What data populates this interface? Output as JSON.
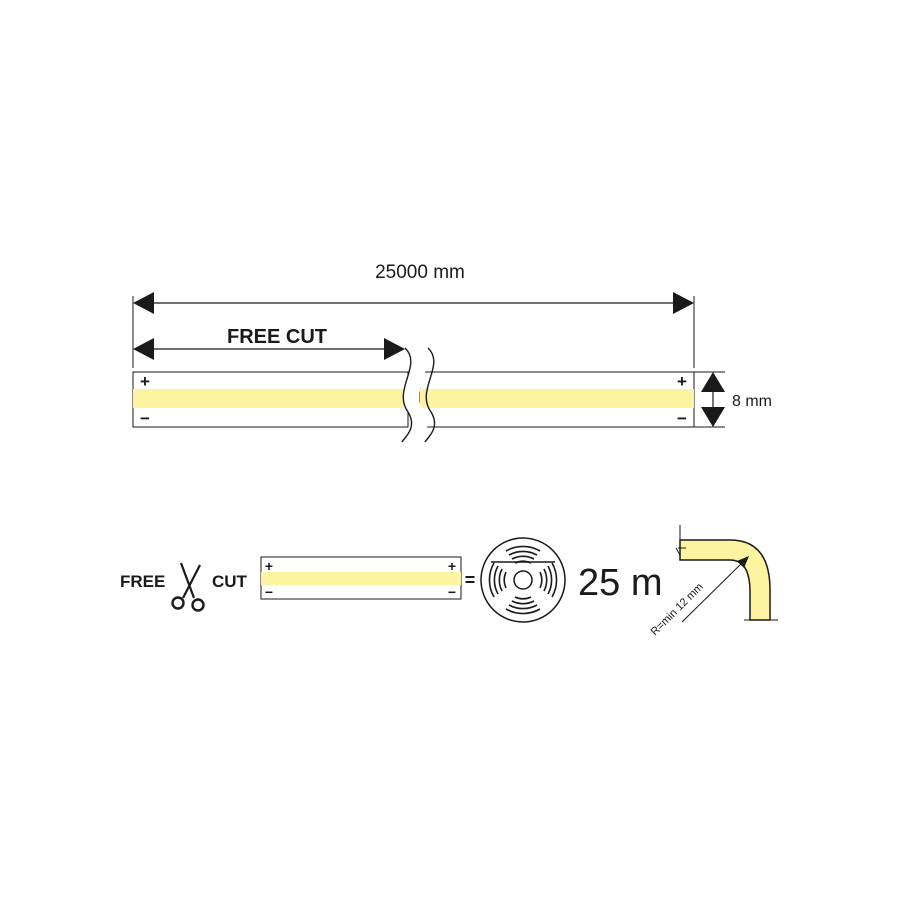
{
  "dimensions": {
    "length_label": "25000 mm",
    "free_cut_label": "FREE CUT",
    "width_label": "8 mm"
  },
  "strip": {
    "plus_symbol": "+",
    "minus_symbol": "−",
    "led_color": "#FDF3A0",
    "outline_color": "#1a1a1a"
  },
  "icons": {
    "free_label": "FREE",
    "cut_label": "CUT",
    "scissors_icon": "scissors-icon",
    "reel_icon": "reel-icon",
    "equals_symbol": "=",
    "reel_length": "25 m",
    "bend_radius_label": "R=min 12 mm"
  }
}
